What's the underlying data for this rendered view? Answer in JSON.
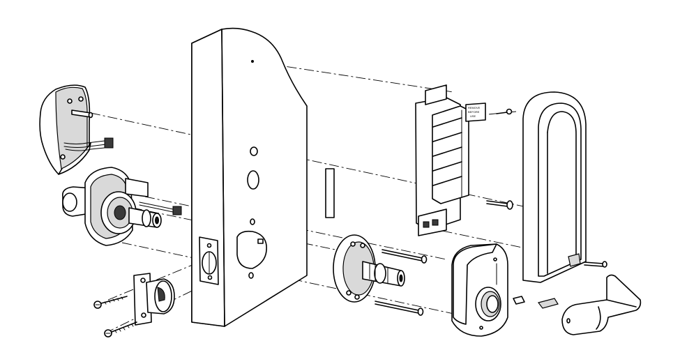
{
  "figure": {
    "label_lines": [
      "REMOVE",
      "BEFORE",
      "USE"
    ]
  }
}
